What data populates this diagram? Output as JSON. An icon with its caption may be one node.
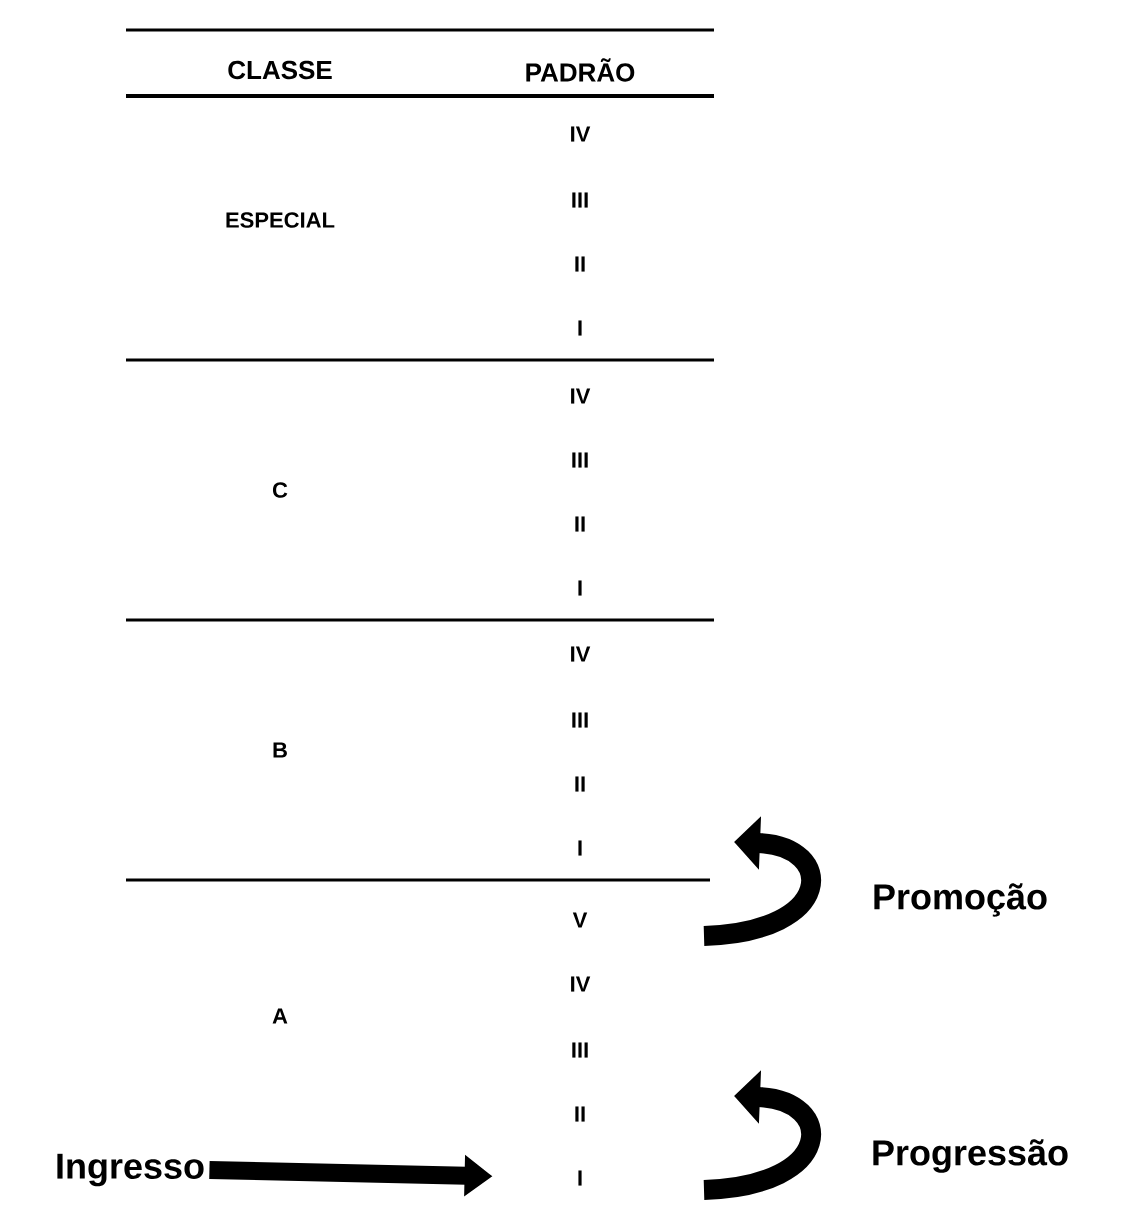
{
  "diagram": {
    "nodes": [
      {
        "text": [
          "Ingresso"
        ]
      },
      {
        "text": [
          "I"
        ]
      }
    ],
    "edges": [
      {
        "from": 0,
        "to": 1,
        "arrow": "to"
      }
    ],
    "labels": [
      "CLASSE",
      "PADRÃO",
      "IV",
      "III",
      "ESPECIAL",
      "II",
      "I",
      "IV",
      "III",
      "C",
      "II",
      "I",
      "IV",
      "III",
      "B",
      "II",
      "I",
      "Promoção",
      "V",
      "IV",
      "A",
      "III",
      "II",
      "Progressão"
    ]
  }
}
